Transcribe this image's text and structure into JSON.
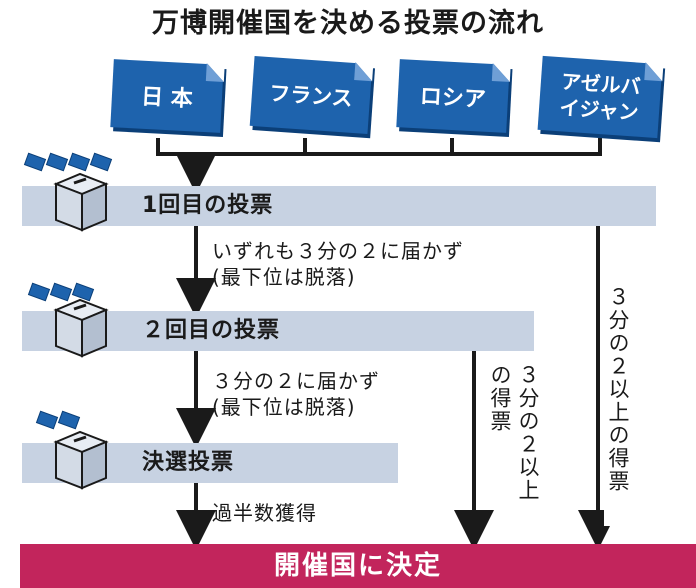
{
  "title": "万博開催国を決める投票の流れ",
  "candidates": [
    {
      "name": "日 本"
    },
    {
      "name": "フランス"
    },
    {
      "name": "ロシア"
    },
    {
      "name": "アゼルバ\nイジャン"
    }
  ],
  "rounds": [
    {
      "label": "1回目の投票",
      "note_line1": "いずれも３分の２に届かず",
      "note_line2": "(最下位は脱落)"
    },
    {
      "label": "２回目の投票",
      "note_line1": "３分の２に届かず",
      "note_line2": "(最下位は脱落)"
    },
    {
      "label": "決選投票",
      "note_line1": "過半数獲得",
      "note_line2": ""
    }
  ],
  "shortcuts": {
    "round1": "３分の２以上の得票",
    "round2_col1": "の得票",
    "round2_col2": "３分の２以上"
  },
  "result": "開催国に決定",
  "colors": {
    "card_blue": "#1e63ad",
    "bar_gray": "#c7d2e2",
    "result_magenta": "#c2255c"
  }
}
